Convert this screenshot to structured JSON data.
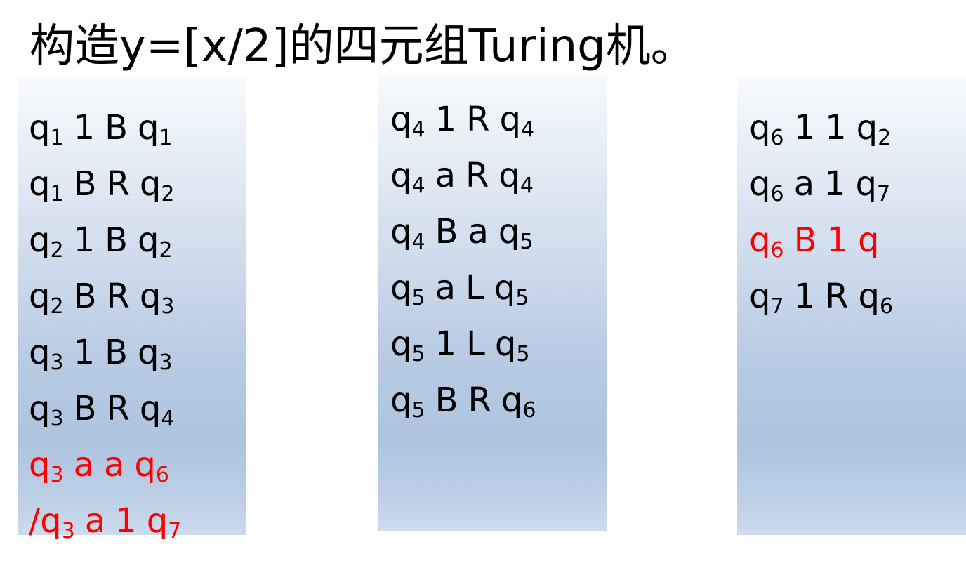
{
  "title": "构造y=[x/2]的四元组Turing机。",
  "columns": [
    {
      "rules": [
        {
          "prefix": "",
          "state": "q",
          "state_sub": "1",
          "read": "1",
          "act": "B",
          "next": "q",
          "next_sub": "1",
          "highlight": false
        },
        {
          "prefix": "",
          "state": "q",
          "state_sub": "1",
          "read": "B",
          "act": "R",
          "next": "q",
          "next_sub": "2",
          "highlight": false
        },
        {
          "prefix": "",
          "state": "q",
          "state_sub": "2",
          "read": "1",
          "act": "B",
          "next": "q",
          "next_sub": "2",
          "highlight": false
        },
        {
          "prefix": "",
          "state": "q",
          "state_sub": "2",
          "read": "B",
          "act": "R",
          "next": "q",
          "next_sub": "3",
          "highlight": false
        },
        {
          "prefix": "",
          "state": "q",
          "state_sub": "3",
          "read": "1",
          "act": "B",
          "next": "q",
          "next_sub": "3",
          "highlight": false
        },
        {
          "prefix": "",
          "state": "q",
          "state_sub": "3",
          "read": "B",
          "act": "R",
          "next": "q",
          "next_sub": "4",
          "highlight": false
        },
        {
          "prefix": "",
          "state": "q",
          "state_sub": "3",
          "read": "a",
          "act": "a",
          "next": "q",
          "next_sub": "6",
          "highlight": true
        },
        {
          "prefix": "/",
          "state": "q",
          "state_sub": "3",
          "read": "a",
          "act": "1",
          "next": "q",
          "next_sub": "7",
          "highlight": true
        }
      ]
    },
    {
      "rules": [
        {
          "prefix": "",
          "state": "q",
          "state_sub": "4",
          "read": "1",
          "act": "R",
          "next": "q",
          "next_sub": "4",
          "highlight": false
        },
        {
          "prefix": "",
          "state": "q",
          "state_sub": "4",
          "read": "a",
          "act": "R",
          "next": "q",
          "next_sub": "4",
          "highlight": false
        },
        {
          "prefix": "",
          "state": "q",
          "state_sub": "4",
          "read": "B",
          "act": "a",
          "next": "q",
          "next_sub": "5",
          "highlight": false
        },
        {
          "prefix": "",
          "state": "q",
          "state_sub": "5",
          "read": "a",
          "act": "L",
          "next": "q",
          "next_sub": "5",
          "highlight": false
        },
        {
          "prefix": "",
          "state": "q",
          "state_sub": "5",
          "read": "1",
          "act": "L",
          "next": "q",
          "next_sub": "5",
          "highlight": false
        },
        {
          "prefix": "",
          "state": "q",
          "state_sub": "5",
          "read": "B",
          "act": "R",
          "next": "q",
          "next_sub": "6",
          "highlight": false
        }
      ]
    },
    {
      "rules": [
        {
          "prefix": "",
          "state": "q",
          "state_sub": "6",
          "read": "1",
          "act": "1",
          "next": "q",
          "next_sub": "2",
          "highlight": false
        },
        {
          "prefix": "",
          "state": "q",
          "state_sub": "6",
          "read": "a",
          "act": "1",
          "next": "q",
          "next_sub": "7",
          "highlight": false
        },
        {
          "prefix": "",
          "state": "q",
          "state_sub": "6",
          "read": "B",
          "act": "1",
          "next": "q",
          "next_sub": "",
          "highlight": true
        },
        {
          "prefix": "",
          "state": "q",
          "state_sub": "7",
          "read": "1",
          "act": "R",
          "next": "q",
          "next_sub": "6",
          "highlight": false
        }
      ]
    }
  ]
}
